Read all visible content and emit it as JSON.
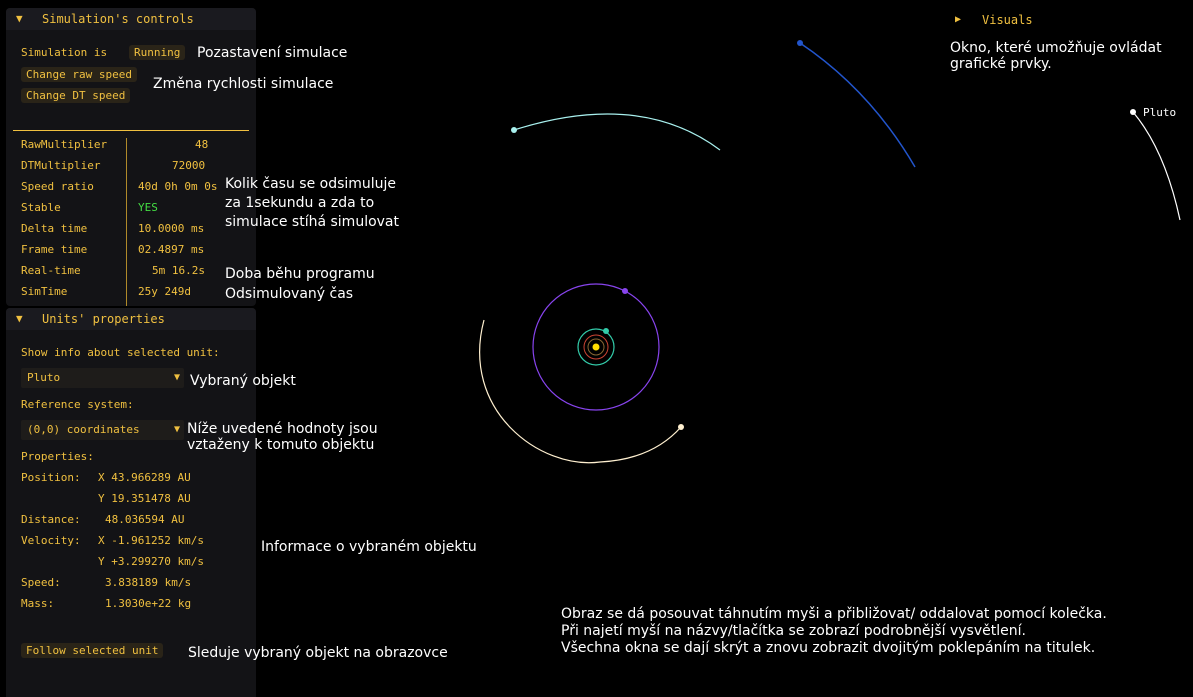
{
  "sim_panel": {
    "title": "Simulation's controls",
    "simulation_label": "Simulation is",
    "simulation_state": "Running",
    "change_raw_speed": "Change raw speed",
    "change_dt_speed": "Change DT speed",
    "stats": [
      {
        "label": "RawMultiplier",
        "value": "48"
      },
      {
        "label": "DTMultiplier",
        "value": "72000"
      },
      {
        "label": "Speed ratio",
        "value": "40d 0h 0m 0s"
      },
      {
        "label": "Stable",
        "value": "YES"
      },
      {
        "label": "Delta time",
        "value": "10.0000 ms"
      },
      {
        "label": "Frame time",
        "value": "02.4897 ms"
      },
      {
        "label": "Real-time",
        "value": "5m 16.2s"
      },
      {
        "label": "SimTime",
        "value": "25y 249d"
      }
    ]
  },
  "units_panel": {
    "title": "Units' properties",
    "show_info_label": "Show info about selected unit:",
    "selected_unit": "Pluto",
    "reference_label": "Reference system:",
    "reference_value": "(0,0) coordinates",
    "properties_label": "Properties:",
    "position_label": "Position:",
    "position_x": "X 43.966289 AU",
    "position_y": "Y 19.351478 AU",
    "distance_label": "Distance:",
    "distance_value": "48.036594 AU",
    "velocity_label": "Velocity:",
    "velocity_x": "X -1.961252 km/s",
    "velocity_y": "Y +3.299270 km/s",
    "speed_label": "Speed:",
    "speed_value": "3.838189 km/s",
    "mass_label": "Mass:",
    "mass_value": "1.3030e+22 kg",
    "follow_button": "Follow selected unit"
  },
  "visuals_panel": {
    "title": "Visuals"
  },
  "annotations": {
    "pause": "Pozastavení simulace",
    "speed_change": "Změna rychlosti simulace",
    "speed_ratio": "Kolik času se odsimuluje\nza 1sekundu a zda to\nsimulace stíhá simulovat",
    "runtime": "Doba běhu programu",
    "simtime": "Odsimulovaný čas",
    "selected": "Vybraný objekt",
    "reference": "Níže uvedené hodnoty jsou\nvztaženy k tomuto objektu",
    "info": "Informace o vybraném objektu",
    "follow": "Sleduje vybraný objekt na obrazovce",
    "visuals": "Okno, které umožňuje ovládat\ngrafické prvky.",
    "help": "Obraz se dá posouvat táhnutím myši a přibližovat/ oddalovat pomocí kolečka.\nPři najetí myší na názvy/tlačítka se zobrazí podrobnější vysvětlení.\nVšechna okna se dají skrýt a znovu zobrazit dvojitým poklepáním na titulek."
  },
  "scene": {
    "pluto_label": "Pluto",
    "colors": {
      "accent": "#f0c040",
      "stable_ok": "#44dd44",
      "neptune": "#2255cc",
      "uranus": "#a8f0ee",
      "saturn": "#fff0d0",
      "jupiter": "#8844ee",
      "earth": "#33ccaa",
      "sun": "#ffdd00"
    }
  }
}
